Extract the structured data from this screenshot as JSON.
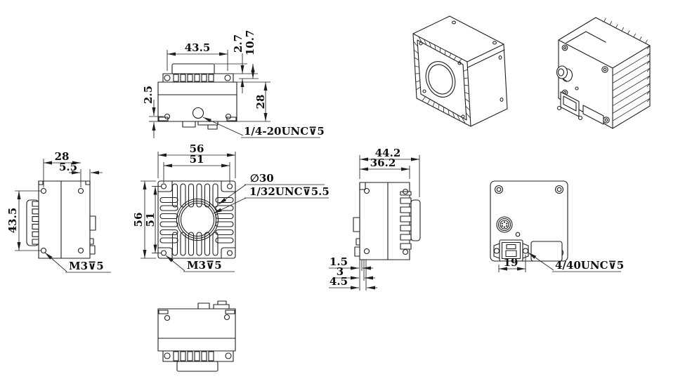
{
  "meta": {
    "type": "mechanical-drawing",
    "subject": "industrial camera multi-view dimension drawing",
    "colors": {
      "background": "#ffffff",
      "line": "#1e1e1e",
      "text": "#101010"
    }
  },
  "views": {
    "top": {
      "dim_width": "43.5",
      "dim_step": "2.7",
      "dim_fin_height": "10.7",
      "dim_hole_offset": "2.5",
      "dim_depth": "28",
      "label_tripod_thread": "1/4-20UNC⊽5"
    },
    "side_left": {
      "dim_hole_pitch": "28",
      "dim_hole_edge": "5.5",
      "dim_hole_pitch_v": "43.5",
      "label_screw_thread": "M3⊽5"
    },
    "front": {
      "dim_outer_width": "56",
      "dim_inner_width": "51",
      "dim_outer_height": "56",
      "dim_inner_height": "51",
      "label_lens_diameter": "∅30",
      "label_lens_thread": "1/32UNC⊽5.5",
      "label_screw_thread": "M3⊽5"
    },
    "side_right": {
      "dim_overall": "44.2",
      "dim_body": "36.2",
      "dim_step1": "1.5",
      "dim_step2": "3",
      "dim_step3": "4.5"
    },
    "back": {
      "dim_connector": "19",
      "label_screw_thread": "4/40UNC⊽5"
    }
  }
}
